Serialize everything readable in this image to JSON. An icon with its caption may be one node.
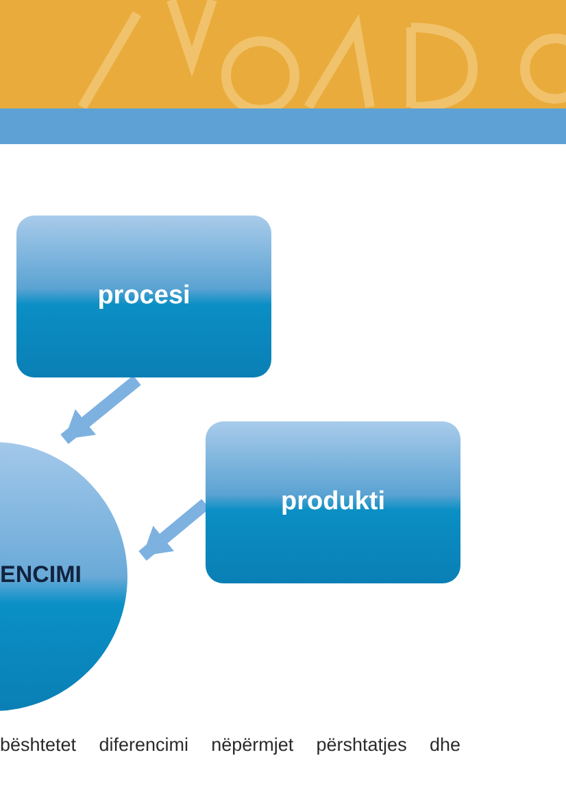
{
  "diagram": {
    "nodes": [
      {
        "text": [
          "procesi"
        ]
      },
      {
        "text": [
          "produkti"
        ]
      },
      {
        "text": [
          "ENCIMI"
        ]
      }
    ],
    "edges": [
      {
        "from": 0,
        "to": 2,
        "arrow": "to"
      },
      {
        "from": 1,
        "to": 2,
        "arrow": "to"
      }
    ],
    "labels": [
      "bështetet diferencimi nëpërmjet përshtatjes dhe"
    ]
  }
}
